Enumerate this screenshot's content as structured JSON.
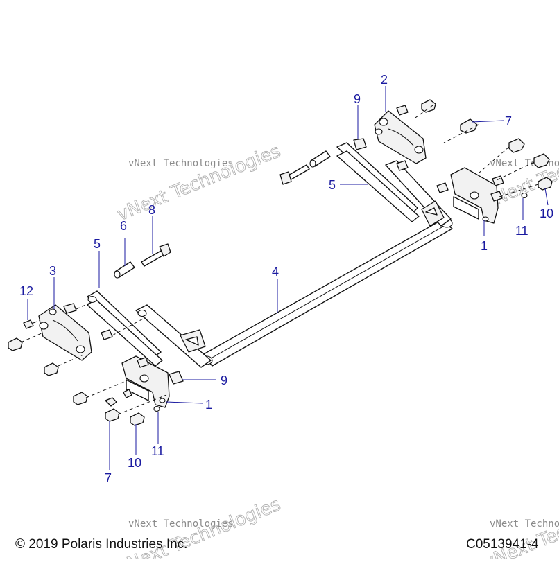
{
  "diagram": {
    "callouts": {
      "c1a": "1",
      "c1b": "1",
      "c2": "2",
      "c3": "3",
      "c4": "4",
      "c5a": "5",
      "c5b": "5",
      "c6": "6",
      "c7a": "7",
      "c7b": "7",
      "c8": "8",
      "c9a": "9",
      "c9b": "9",
      "c10a": "10",
      "c10b": "10",
      "c11a": "11",
      "c11b": "11",
      "c12": "12"
    },
    "watermarks": {
      "w1_small": "vNext Technologies",
      "w1_big": "vNext Technologies",
      "w2_small": "vNext Technologies",
      "w2_big": "vNext Technologies",
      "w3_small": "vNext Technologies",
      "w3_big": "vNext Technologies",
      "w4_small": "vNext Technologies",
      "w4_big": "vNext Technologies"
    }
  },
  "footer": {
    "copyright": "© 2019 Polaris Industries Inc.",
    "figure_id": "C0513941-4"
  }
}
